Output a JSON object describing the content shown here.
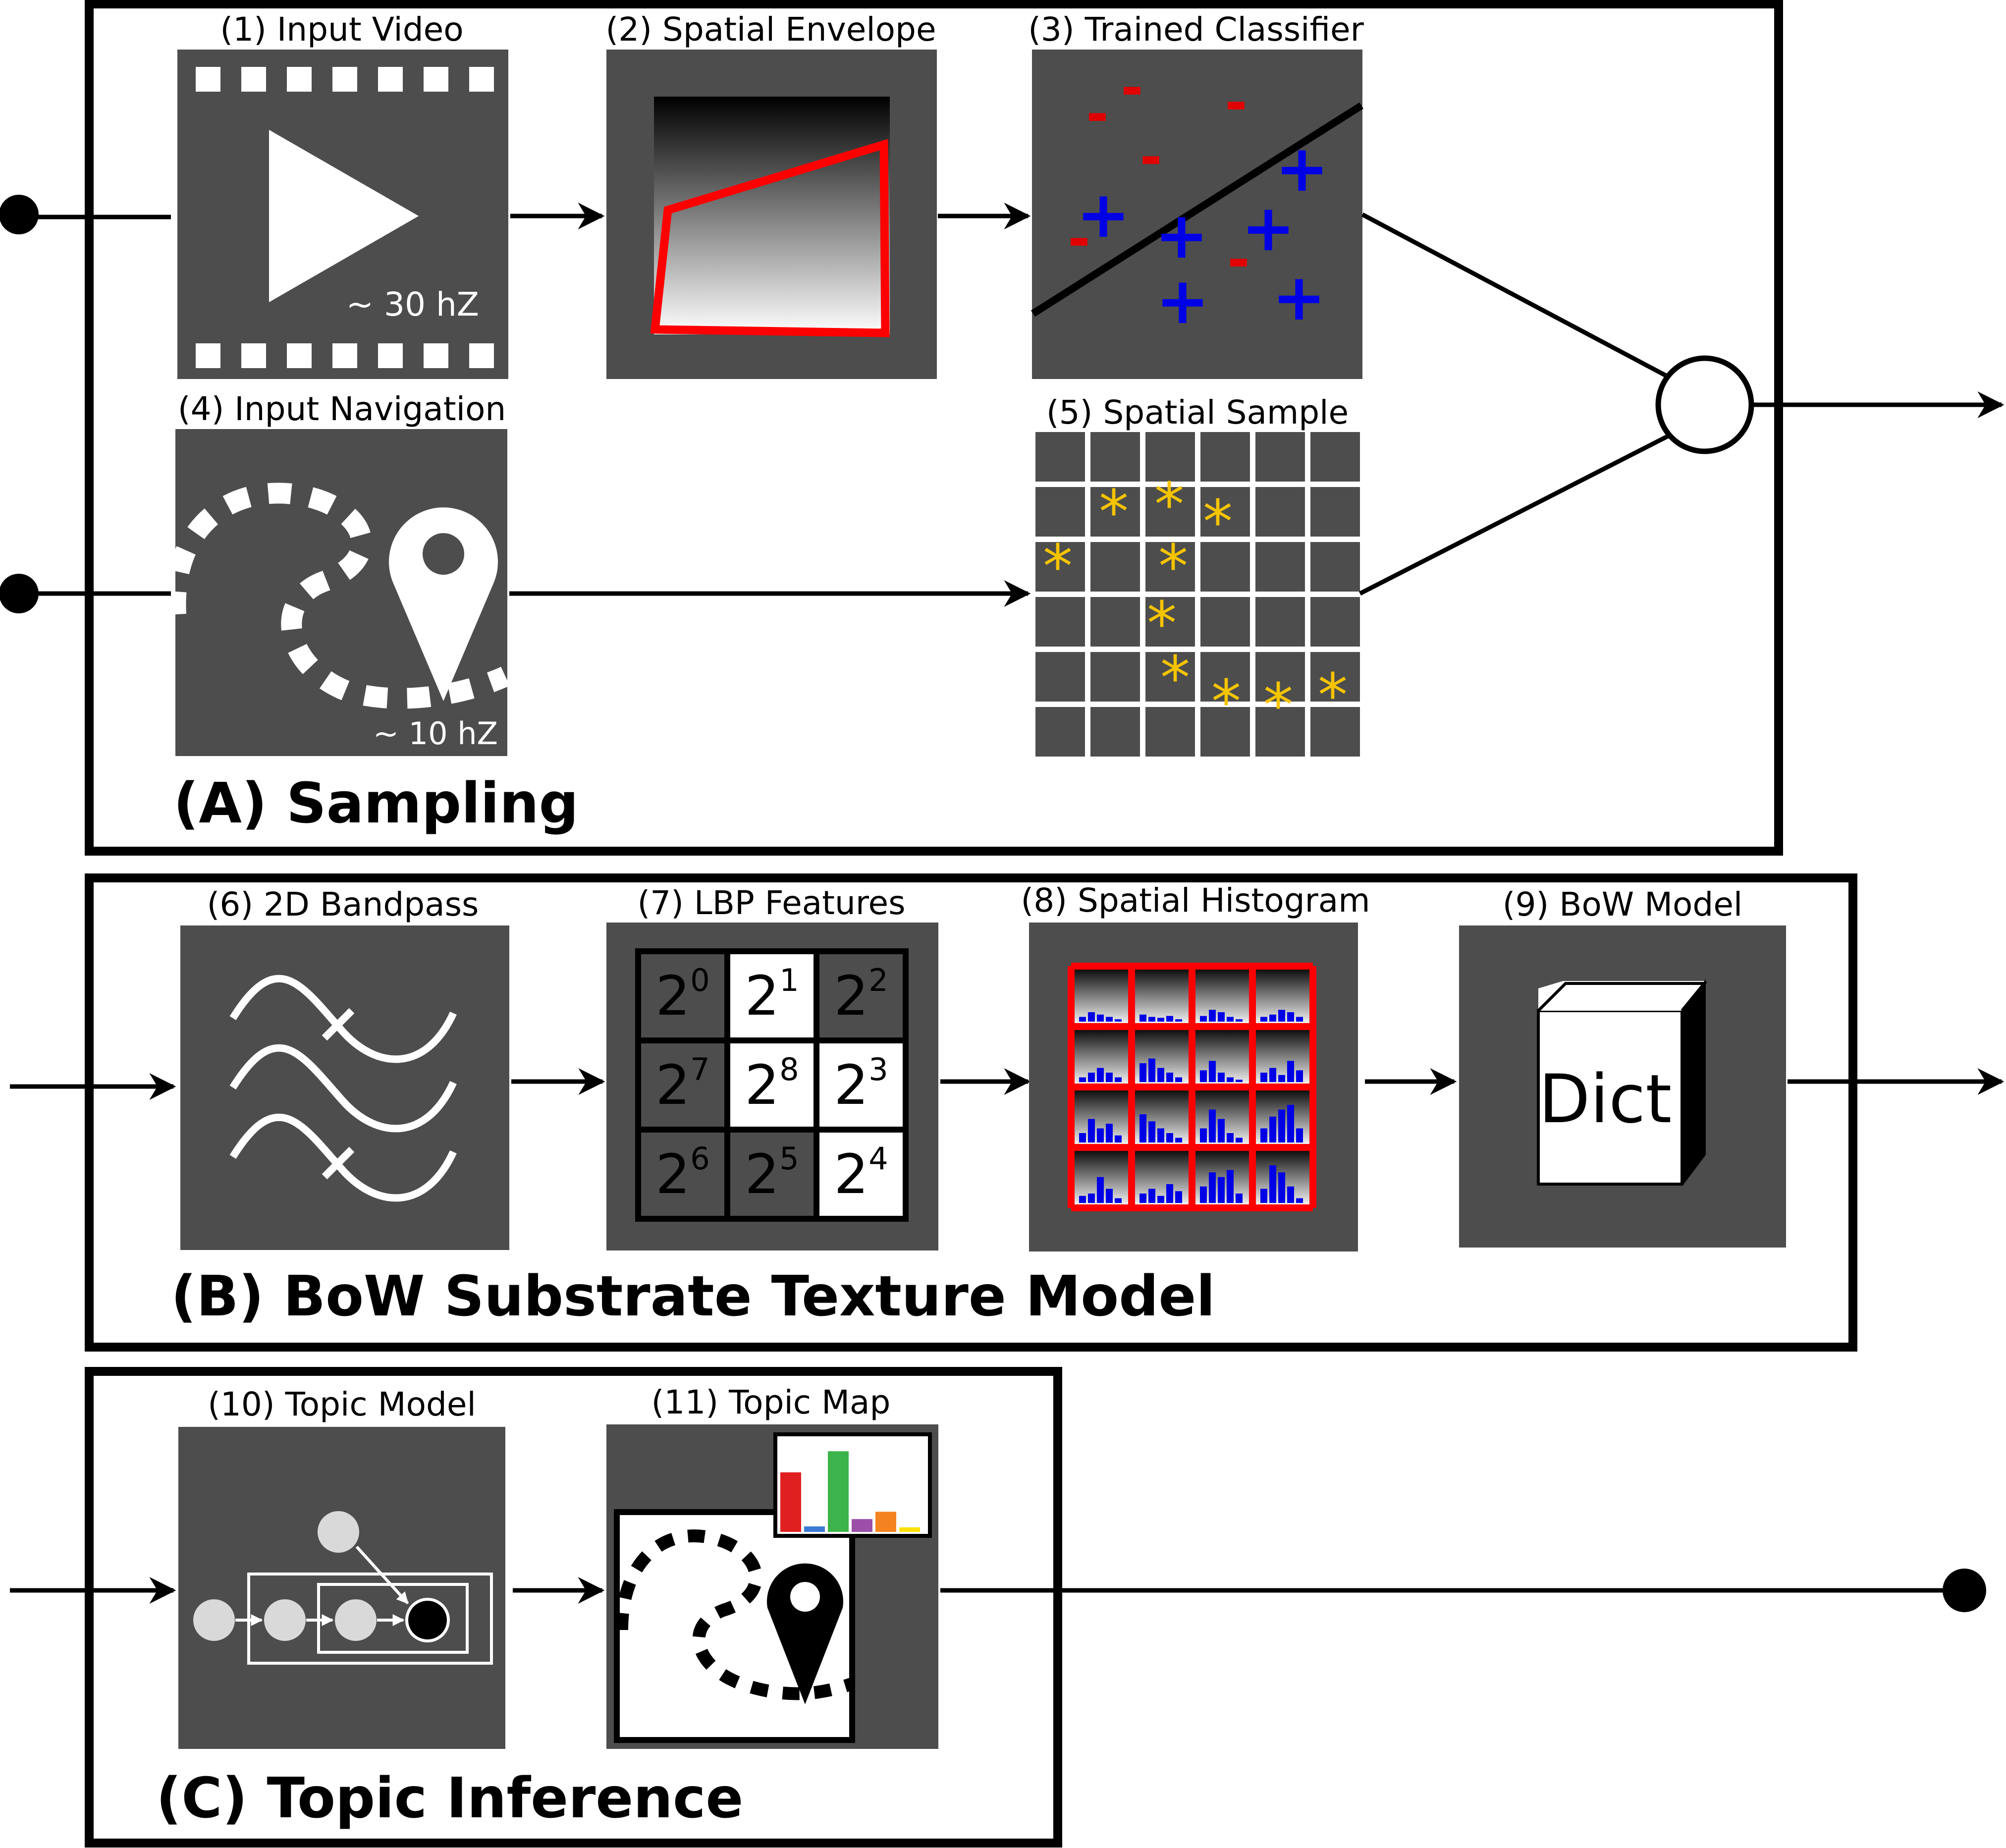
{
  "colors": {
    "panel": "#4d4d4d",
    "envelope_outline": "#ff0000",
    "negative_class": "#e00000",
    "positive_class": "#0000e6",
    "sample_marker": "#f5c400",
    "histogram_bar": "#0000e6",
    "topic_bars": [
      "#e02020",
      "#3a7bd5",
      "#3cb44b",
      "#9b4fa8",
      "#f58220",
      "#ffe000"
    ]
  },
  "sections": {
    "sampling": {
      "title": "(A) Sampling",
      "panels": {
        "input_video": {
          "label": "(1) Input Video",
          "rate": "~ 30 hZ",
          "icon": "play-icon"
        },
        "spatial_envelope": {
          "label": "(2) Spatial Envelope"
        },
        "trained_classifier": {
          "label": "(3) Trained Classifier",
          "negative_symbol": "-",
          "positive_symbol": "+"
        },
        "input_navigation": {
          "label": "(4) Input Navigation",
          "rate": "~ 10 hZ",
          "icon": "location-pin-icon"
        },
        "spatial_sample": {
          "label": "(5) Spatial Sample",
          "marker_symbol": "*"
        }
      }
    },
    "bow": {
      "title": "(B) BoW Substrate Texture Model",
      "panels": {
        "bandpass": {
          "label": "(6) 2D Bandpass"
        },
        "lbp": {
          "label": "(7) LBP Features",
          "base": "2",
          "cells": [
            {
              "exp": "0",
              "fill": "dark"
            },
            {
              "exp": "1",
              "fill": "light"
            },
            {
              "exp": "2",
              "fill": "dark"
            },
            {
              "exp": "7",
              "fill": "dark"
            },
            {
              "exp": "8",
              "fill": "light"
            },
            {
              "exp": "3",
              "fill": "light"
            },
            {
              "exp": "6",
              "fill": "dark"
            },
            {
              "exp": "5",
              "fill": "dark"
            },
            {
              "exp": "4",
              "fill": "light"
            }
          ]
        },
        "spatial_histogram": {
          "label": "(8) Spatial Histogram"
        },
        "bow_model": {
          "label": "(9) BoW Model",
          "book_text": "Dict",
          "icon": "book-icon"
        }
      }
    },
    "topic": {
      "title": "(C) Topic Inference",
      "panels": {
        "topic_model": {
          "label": "(10) Topic Model"
        },
        "topic_map": {
          "label": "(11) Topic Map",
          "icon": "location-pin-icon"
        }
      }
    }
  }
}
